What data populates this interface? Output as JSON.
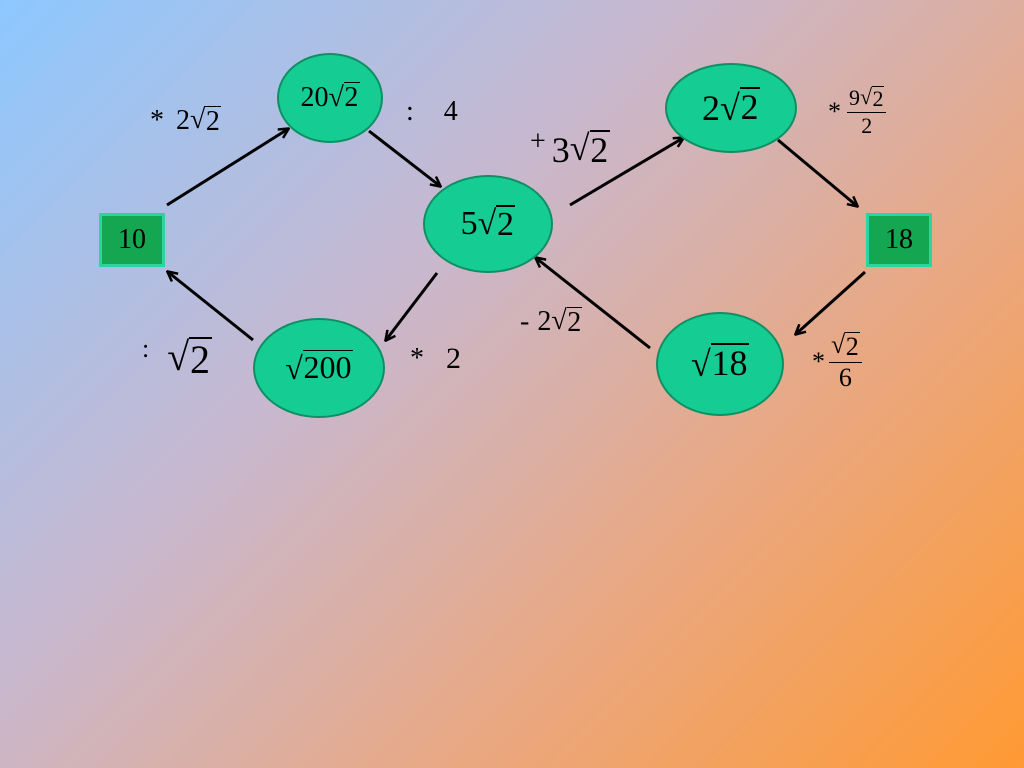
{
  "boxes": {
    "left": "10",
    "right": "18"
  },
  "nodes": {
    "n_top_left": {
      "coef": "20",
      "radicand": "2"
    },
    "n_center": {
      "coef": "5",
      "radicand": "2"
    },
    "n_bottom_left": {
      "radicand": "200"
    },
    "n_top_right": {
      "coef": "2",
      "radicand": "2"
    },
    "n_bottom_right": {
      "radicand": "18"
    }
  },
  "ops": {
    "multiply_2root2": {
      "op": "*",
      "coef": "2",
      "radicand": "2"
    },
    "divide_4": {
      "op": ":",
      "value": "4"
    },
    "plus_3root2": {
      "op": "+",
      "coef": "3",
      "radicand": "2"
    },
    "multiply_9root2_over_2": {
      "op": "*",
      "num_coef": "9",
      "num_radicand": "2",
      "den": "2"
    },
    "multiply_2": {
      "op": "*",
      "value": "2"
    },
    "divide_root2": {
      "op": ":",
      "radicand": "2"
    },
    "minus_2root2": {
      "op": "-",
      "coef": "2",
      "radicand": "2"
    },
    "multiply_root2_over_6": {
      "op": "*",
      "num_radicand": "2",
      "den": "6"
    }
  },
  "colors": {
    "node_fill": "#15cc92",
    "node_border": "#0f8f63",
    "box_fill": "#14a650",
    "box_border": "#2ed4a0",
    "arrow": "#000000"
  }
}
